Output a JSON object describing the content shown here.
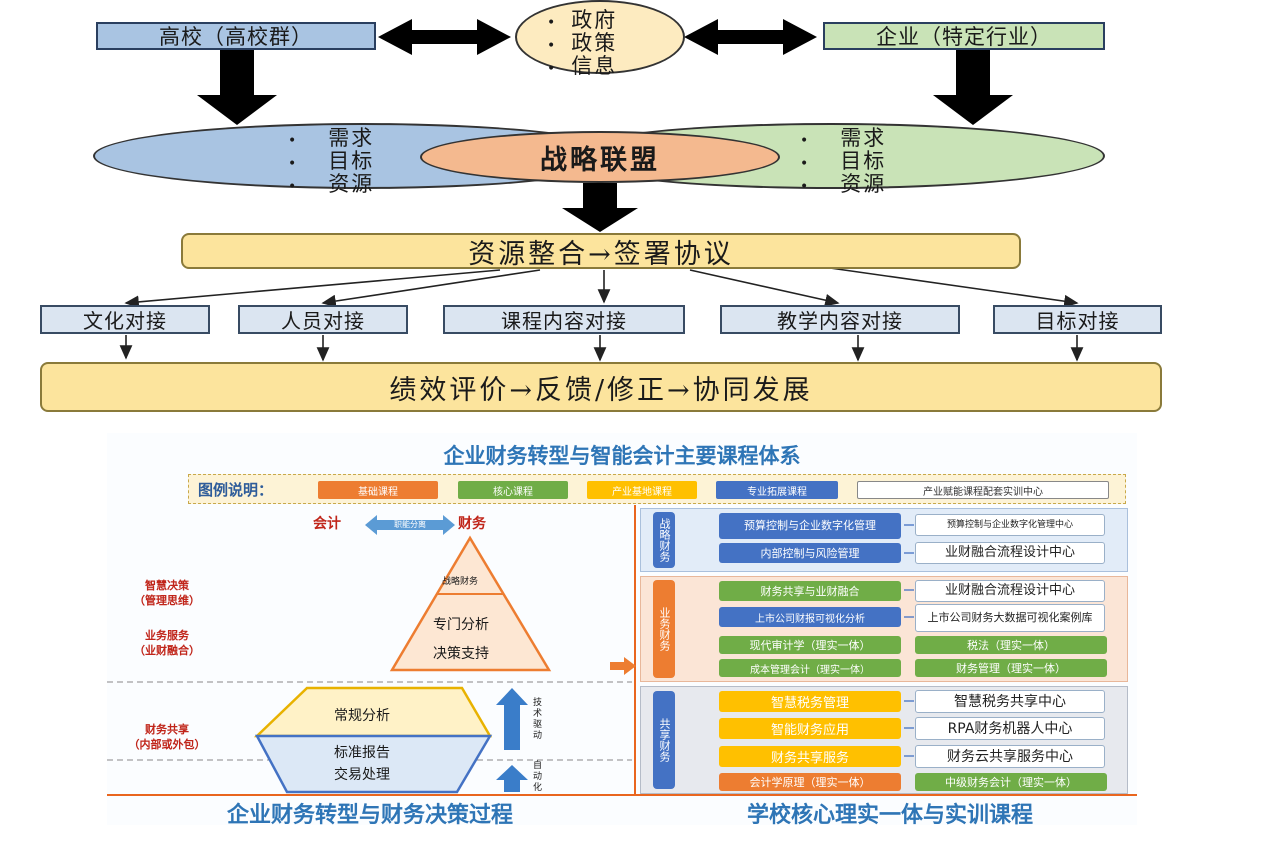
{
  "top": {
    "university": "高校（高校群）",
    "government": [
      "政府",
      "政策",
      "信息"
    ],
    "enterprise": "企业（特定行业）",
    "left_needs": [
      "需求",
      "目标",
      "资源"
    ],
    "right_needs": [
      "需求",
      "目标",
      "资源"
    ],
    "alliance": "战略联盟",
    "integration": "资源整合→签署协议",
    "docking": [
      "文化对接",
      "人员对接",
      "课程内容对接",
      "教学内容对接",
      "目标对接"
    ],
    "outcome": "绩效评价→反馈/修正→协同发展"
  },
  "bottom": {
    "title": "企业财务转型与智能会计主要课程体系",
    "legend_label": "图例说明：",
    "legend": [
      {
        "label": "基础课程",
        "color": "#ed7d31"
      },
      {
        "label": "核心课程",
        "color": "#70ad47"
      },
      {
        "label": "产业基地课程",
        "color": "#ffc000"
      },
      {
        "label": "专业拓展课程",
        "color": "#4472c4"
      },
      {
        "label": "产业赋能课程配套实训中心",
        "color": "#ffffff"
      }
    ],
    "kuaiji": "会计",
    "caiwu": "财务",
    "arrow_tag": "职能分离",
    "left_labels": [
      {
        "line1": "智慧决策",
        "line2": "（管理思维）"
      },
      {
        "line1": "业务服务",
        "line2": "（业财融合）"
      },
      {
        "line1": "财务共享",
        "line2": "（内部或外包）"
      }
    ],
    "pyramid": {
      "top": "战略财务",
      "mid1": "专门分析",
      "mid2": "决策支持",
      "upper_trap": "常规分析",
      "lower1": "标准报告",
      "lower2": "交易处理"
    },
    "tech_label": "技术驱动",
    "auto_label": "自动化",
    "sections": [
      {
        "name": "战略财务",
        "rows": [
          {
            "course": "预算控制与企业数字化管理",
            "center": "预算控制与企业数字化管理中心"
          },
          {
            "course": "内部控制与风险管理",
            "center": "业财融合流程设计中心"
          }
        ]
      },
      {
        "name": "业务财务",
        "rows": [
          {
            "course": "财务共享与业财融合",
            "center": "业财融合流程设计中心"
          },
          {
            "course": "上市公司财报可视化分析",
            "center": "上市公司财务大数据可视化案例库"
          }
        ],
        "pairs": [
          [
            "现代审计学（理实一体）",
            "税法（理实一体）"
          ],
          [
            "成本管理会计（理实一体）",
            "财务管理（理实一体）"
          ]
        ]
      },
      {
        "name": "共享财务",
        "rows": [
          {
            "course": "智慧税务管理",
            "center": "智慧税务共享中心"
          },
          {
            "course": "智能财务应用",
            "center": "RPA财务机器人中心"
          },
          {
            "course": "财务共享服务",
            "center": "财务云共享服务中心"
          }
        ],
        "pairs": [
          [
            "会计学原理（理实一体）",
            "中级财务会计（理实一体）"
          ]
        ]
      }
    ],
    "footer_left": "企业财务转型与财务决策过程",
    "footer_right": "学校核心理实一体与实训课程"
  }
}
